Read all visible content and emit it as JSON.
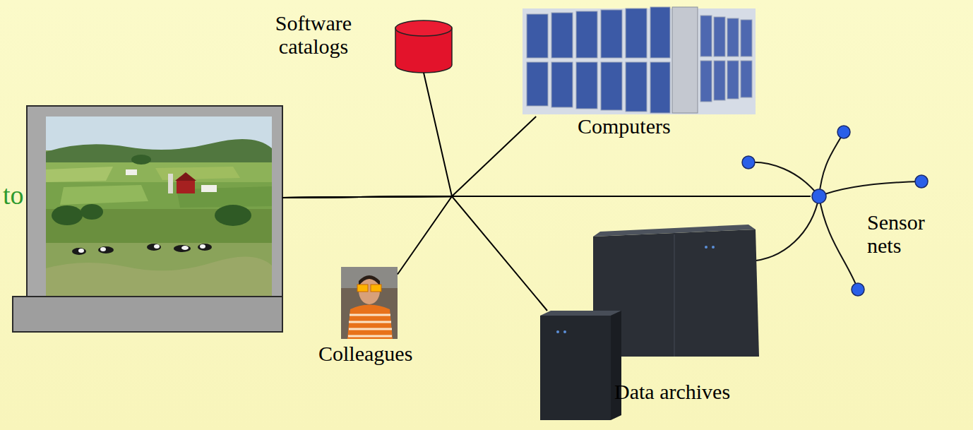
{
  "diagram": {
    "nodes": [
      {
        "text": []
      },
      {
        "text": [
          "Software catalogs"
        ]
      },
      {
        "text": [
          "Computers"
        ]
      },
      {
        "text": [
          "Sensor nets"
        ]
      },
      {
        "text": [
          "Colleagues"
        ]
      },
      {
        "text": [
          "Data archives"
        ]
      }
    ],
    "edges": [
      {
        "from": 0,
        "to": 1,
        "arrow": "none"
      },
      {
        "from": 0,
        "to": 2,
        "arrow": "none"
      },
      {
        "from": 0,
        "to": 3,
        "arrow": "none"
      },
      {
        "from": 0,
        "to": 4,
        "arrow": "none"
      },
      {
        "from": 0,
        "to": 5,
        "arrow": "none"
      }
    ],
    "labels": [
      "to"
    ]
  }
}
